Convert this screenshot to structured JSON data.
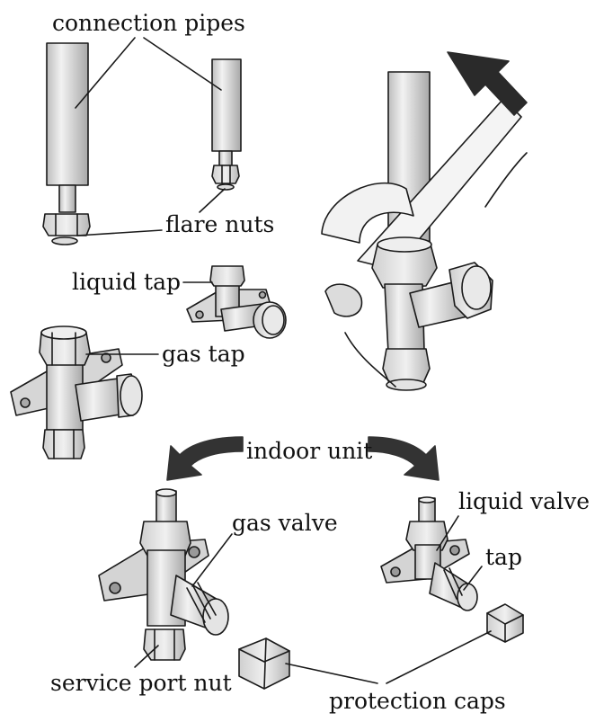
{
  "labels": {
    "connection_pipes": "connection pipes",
    "flare_nuts": "flare nuts",
    "liquid_tap": "liquid tap",
    "gas_tap": "gas tap",
    "indoor_unit": "indoor unit",
    "gas_valve": "gas valve",
    "liquid_valve": "liquid valve",
    "tap": "tap",
    "service_port_nut": "service port nut",
    "protection_caps": "protection caps"
  },
  "colors": {
    "line": "#1a1a1a",
    "metal_light": "#e6e6e6",
    "metal_mid": "#c8c8c8",
    "metal_dark": "#a9a9a9",
    "arrow": "#2a2a2a"
  }
}
